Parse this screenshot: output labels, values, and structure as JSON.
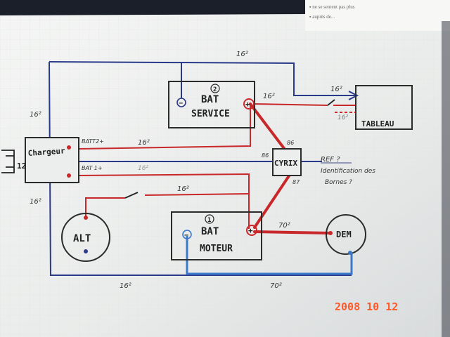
{
  "photo_date": "2008 10 12",
  "corner_note": {
    "line1": "▪ ne se sentent pas plus",
    "line2": "▪ auprès de..."
  },
  "components": {
    "bat_service": {
      "number": "2",
      "line1": "BAT",
      "line2": "SERVICE",
      "minus": "−",
      "plus": "+"
    },
    "bat_moteur": {
      "number": "1",
      "line1": "BAT",
      "line2": "MOTEUR",
      "minus": "−",
      "plus": "+"
    },
    "chargeur": {
      "label": "Chargeur",
      "side": "12"
    },
    "cyrix": {
      "label": "CYRIX",
      "term_top": "86",
      "term_left": "86",
      "term_bottom": "87"
    },
    "tableau": {
      "label": "TABLEAU"
    },
    "alt": {
      "label": "ALT"
    },
    "dem": {
      "label": "DEM"
    }
  },
  "wire_labels": {
    "top_16": "16²",
    "left_16_top": "16²",
    "left_16_bottom": "16²",
    "service_out_16": "16²",
    "tableau_16": "16²",
    "tableau_16_b": "16²",
    "batt2_16": "16²",
    "batt1_16": "16²",
    "alt_16": "16²",
    "dem_70": "70²",
    "bottom_16": "16²",
    "bottom_70": "70²",
    "batt2_label": "BATT2+",
    "batt1_label": "BAT 1+"
  },
  "annotation": {
    "line1": "REF ?",
    "line2": "Identification des",
    "line3": "Bornes ?"
  },
  "colors": {
    "red_wire": "#c8282a",
    "blue_wire": "#2a3a8a",
    "ground_blue": "#3a78c8",
    "black_wire": "#222222",
    "paper": "#eef0ef",
    "stamp": "#ff5a2a"
  }
}
